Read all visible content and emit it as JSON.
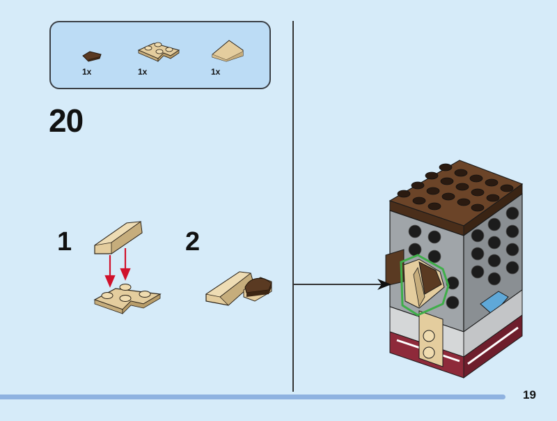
{
  "parts": [
    {
      "icon": "dark-brown-wedge-plate-icon",
      "qty": "1x"
    },
    {
      "icon": "tan-corner-plate-icon",
      "qty": "1x"
    },
    {
      "icon": "tan-slope-icon",
      "qty": "1x"
    }
  ],
  "step_number": "20",
  "substeps": [
    {
      "number": "1"
    },
    {
      "number": "2"
    }
  ],
  "page_number": "19",
  "colors": {
    "background": "#d6ebf9",
    "parts_box": "#bcdcf5",
    "tan": "#e4cd9e",
    "dark_brown": "#5a3a22",
    "gray": "#a0a5a9",
    "arrow_red": "#d0112b",
    "highlight_green": "#3fae49",
    "bottom_bar": "#8fb2e0"
  }
}
